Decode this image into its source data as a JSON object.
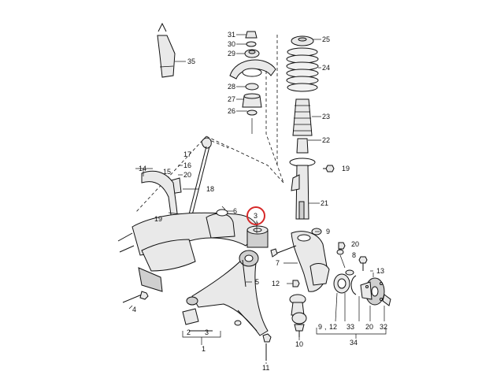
{
  "diagram": {
    "callouts": {
      "c1": "1",
      "c2": "2",
      "c3": "3",
      "c3b": "3",
      "c4": "4",
      "c5": "5",
      "c6": "6",
      "c7": "7",
      "c8": "8",
      "c9": "9",
      "c10": "10",
      "c11": "11",
      "c12": "12",
      "c12b": "12",
      "c13": "13",
      "c14": "14",
      "c15": "15",
      "c16": "16",
      "c17": "17",
      "c18": "18",
      "c19": "19",
      "c19b": "19",
      "c20": "20",
      "c20b": "20",
      "c21": "21",
      "c22": "22",
      "c23": "23",
      "c24": "24",
      "c25": "25",
      "c26": "26",
      "c27": "27",
      "c28": "28",
      "c29": "29",
      "c30": "30",
      "c31": "31",
      "c32": "32",
      "c33": "33",
      "c34": "34",
      "c35": "35",
      "c9b": "9"
    },
    "highlight_color": "#d62828"
  }
}
